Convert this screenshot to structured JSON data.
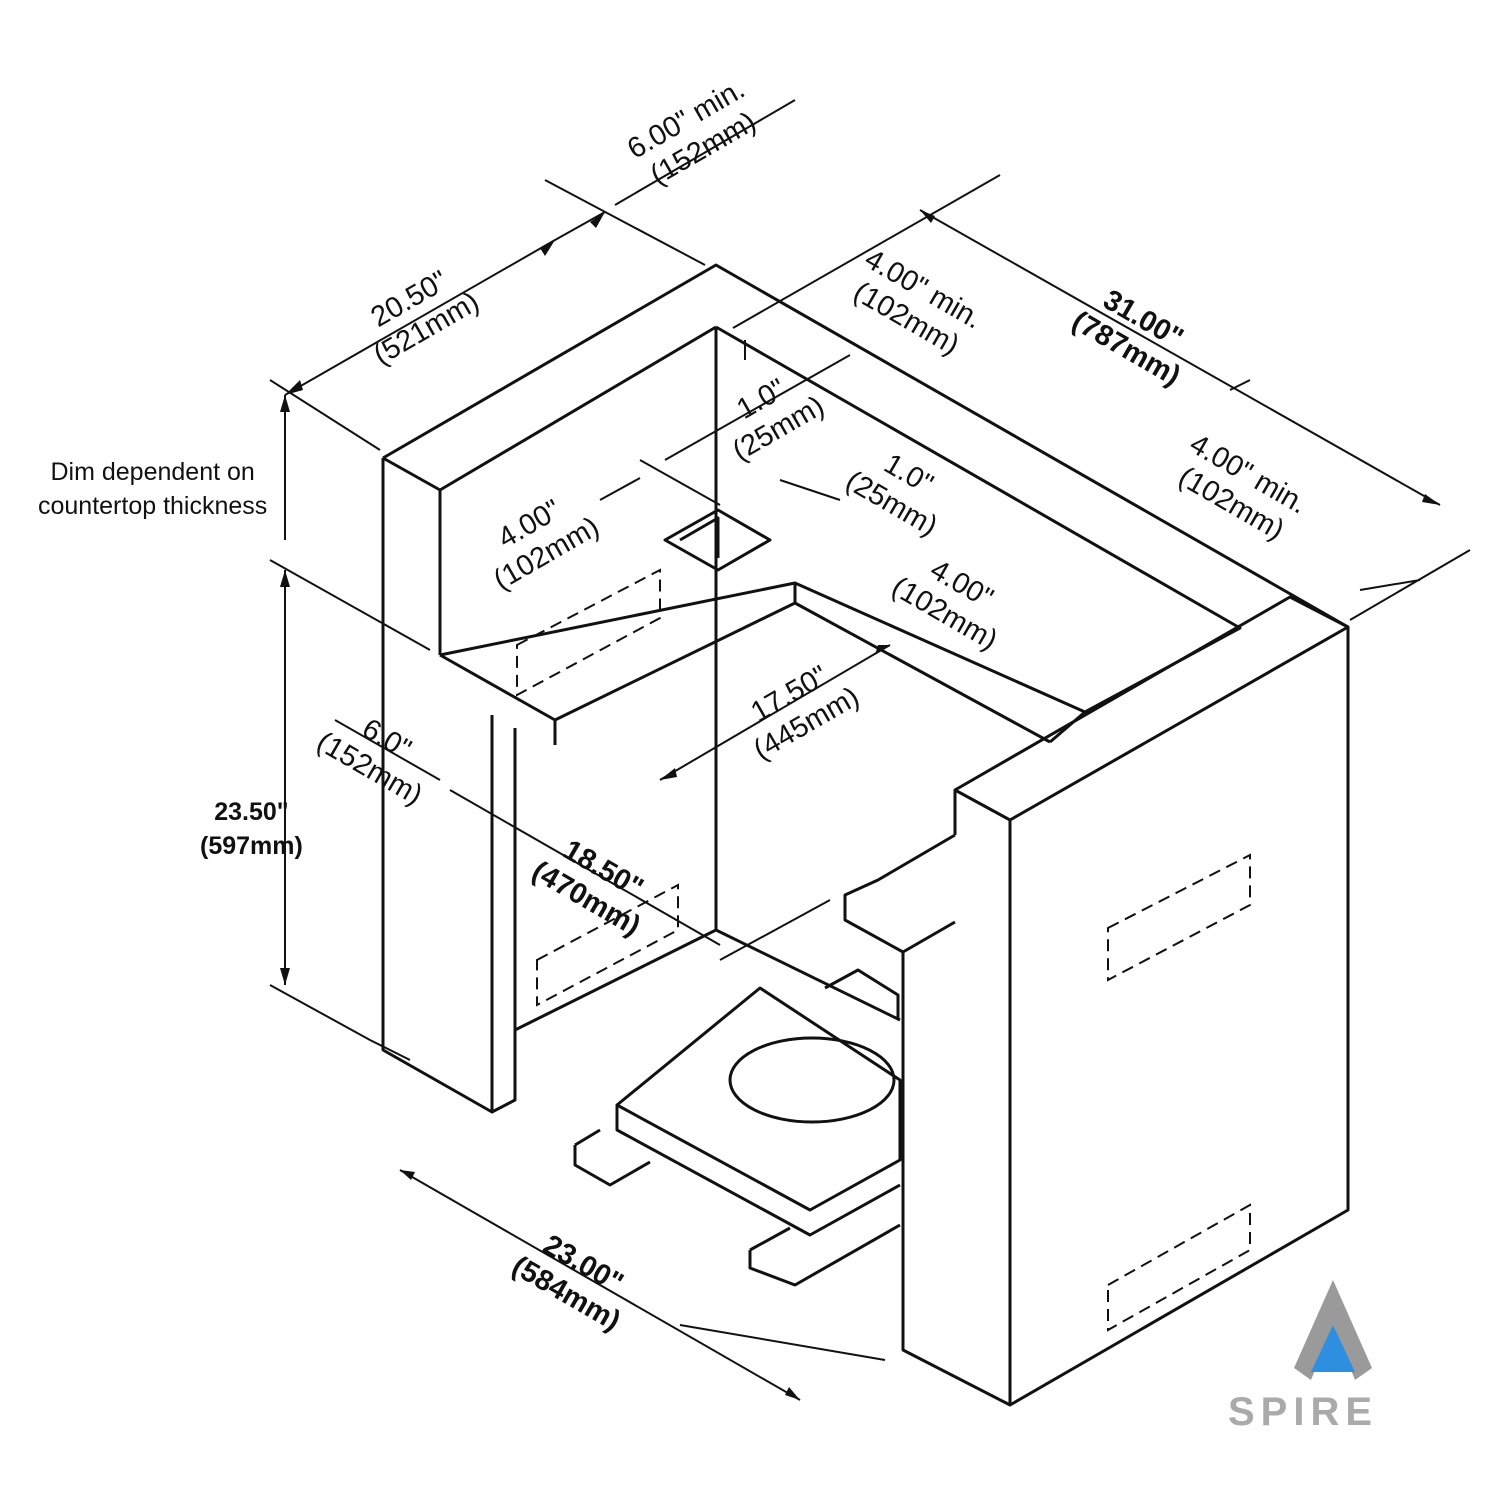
{
  "diagram": {
    "labels": {
      "top_clearance": {
        "imperial": "6.00\" min.",
        "metric": "(152mm)"
      },
      "depth": {
        "imperial": "20.50\"",
        "metric": "(521mm)"
      },
      "back_clearance": {
        "imperial": "4.00\" min.",
        "metric": "(102mm)"
      },
      "width": {
        "imperial": "31.00\"",
        "metric": "(787mm)"
      },
      "side_clearance": {
        "imperial": "4.00\" min.",
        "metric": "(102mm)"
      },
      "vent_offset_left": {
        "imperial": "1.0\"",
        "metric": "(25mm)"
      },
      "vent_offset_right": {
        "imperial": "1.0\"",
        "metric": "(25mm)"
      },
      "vent_size_left": {
        "imperial": "4.00\"",
        "metric": "(102mm)"
      },
      "vent_size_right": {
        "imperial": "4.00\"",
        "metric": "(102mm)"
      },
      "opening_depth": {
        "imperial": "17.50\"",
        "metric": "(445mm)"
      },
      "front_offset": {
        "imperial": "6.0\"",
        "metric": "(152mm)"
      },
      "opening_width": {
        "imperial": "18.50\"",
        "metric": "(470mm)"
      },
      "height": {
        "imperial": "23.50\"",
        "metric": "(597mm)"
      },
      "countertop_note": {
        "line1": "Dim dependent on",
        "line2": "countertop thickness"
      },
      "overall_depth": {
        "imperial": "23.00\"",
        "metric": "(584mm)"
      }
    },
    "logo": {
      "text": "SPIRE",
      "flame_color": "#2e8fe0",
      "metal_color": "#9a9a9a"
    }
  }
}
